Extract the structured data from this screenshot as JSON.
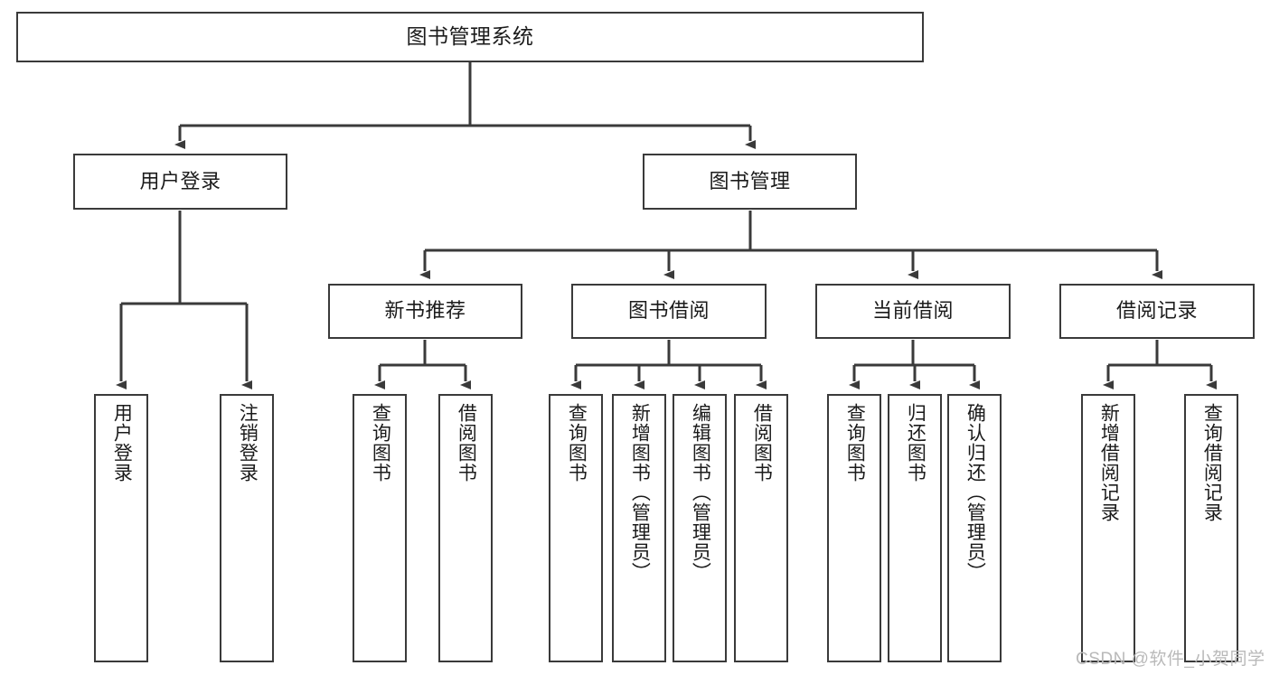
{
  "diagram": {
    "title": "图书管理系统",
    "type": "hierarchy-tree",
    "colors": {
      "box_border": "#3a3a3a",
      "edge": "#3a3a3a",
      "background": "#ffffff",
      "text": "#1b1b1b",
      "watermark": "#b9b9b9"
    },
    "root": {
      "label": "图书管理系统"
    },
    "level2": [
      {
        "label": "用户登录"
      },
      {
        "label": "图书管理"
      }
    ],
    "level3": [
      {
        "label": "新书推荐"
      },
      {
        "label": "图书借阅"
      },
      {
        "label": "当前借阅"
      },
      {
        "label": "借阅记录"
      }
    ],
    "leaves": [
      {
        "label": "用户登录",
        "parent": "用户登录"
      },
      {
        "label": "注销登录",
        "parent": "用户登录"
      },
      {
        "label": "查询图书",
        "parent": "新书推荐"
      },
      {
        "label": "借阅图书",
        "parent": "新书推荐"
      },
      {
        "label": "查询图书",
        "parent": "图书借阅"
      },
      {
        "label": "新增图书（管理员）",
        "parent": "图书借阅"
      },
      {
        "label": "编辑图书（管理员）",
        "parent": "图书借阅"
      },
      {
        "label": "借阅图书",
        "parent": "图书借阅"
      },
      {
        "label": "查询图书",
        "parent": "当前借阅"
      },
      {
        "label": "归还图书",
        "parent": "当前借阅"
      },
      {
        "label": "确认归还（管理员）",
        "parent": "当前借阅"
      },
      {
        "label": "新增借阅记录",
        "parent": "借阅记录"
      },
      {
        "label": "查询借阅记录",
        "parent": "借阅记录"
      }
    ],
    "watermark": "CSDN @软件_小贺同学"
  }
}
